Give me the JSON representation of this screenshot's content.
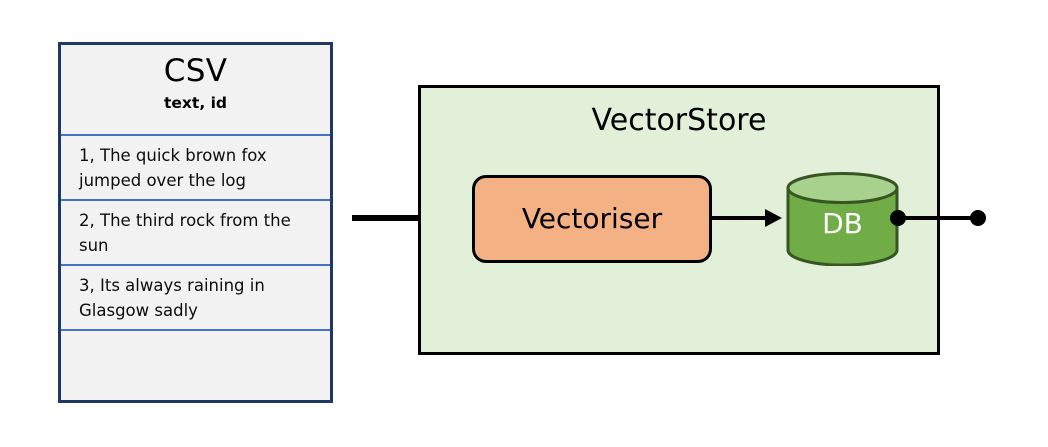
{
  "csv": {
    "title": "CSV",
    "columns_label": "text, id",
    "rows": [
      {
        "text": "1, The quick brown fox jumped over the log"
      },
      {
        "text": "2, The third rock from the sun"
      },
      {
        "text": "3, Its always raining in Glasgow sadly"
      },
      {
        "text": ""
      }
    ],
    "colors": {
      "border": "#1f3864",
      "divider": "#4472c4",
      "background": "#f2f2f2"
    }
  },
  "vectorstore": {
    "title": "VectorStore",
    "colors": {
      "background": "#e2efd9",
      "border": "#000000"
    },
    "nodes": {
      "vectoriser": {
        "label": "Vectoriser",
        "fill": "#f4b183",
        "stroke": "#000000"
      },
      "db": {
        "label": "DB",
        "fill": "#70ad47",
        "top_fill": "#a9d18e",
        "stroke": "#375623",
        "text_color": "#ffffff"
      }
    }
  },
  "connectors": {
    "input_arrow": "input-arrow",
    "vectoriser_to_db_arrow": "arrow-right-icon",
    "db_output_line": "output-line",
    "endpoint_db": "endpoint-dot",
    "endpoint_out": "endpoint-dot",
    "color": "#000000"
  }
}
